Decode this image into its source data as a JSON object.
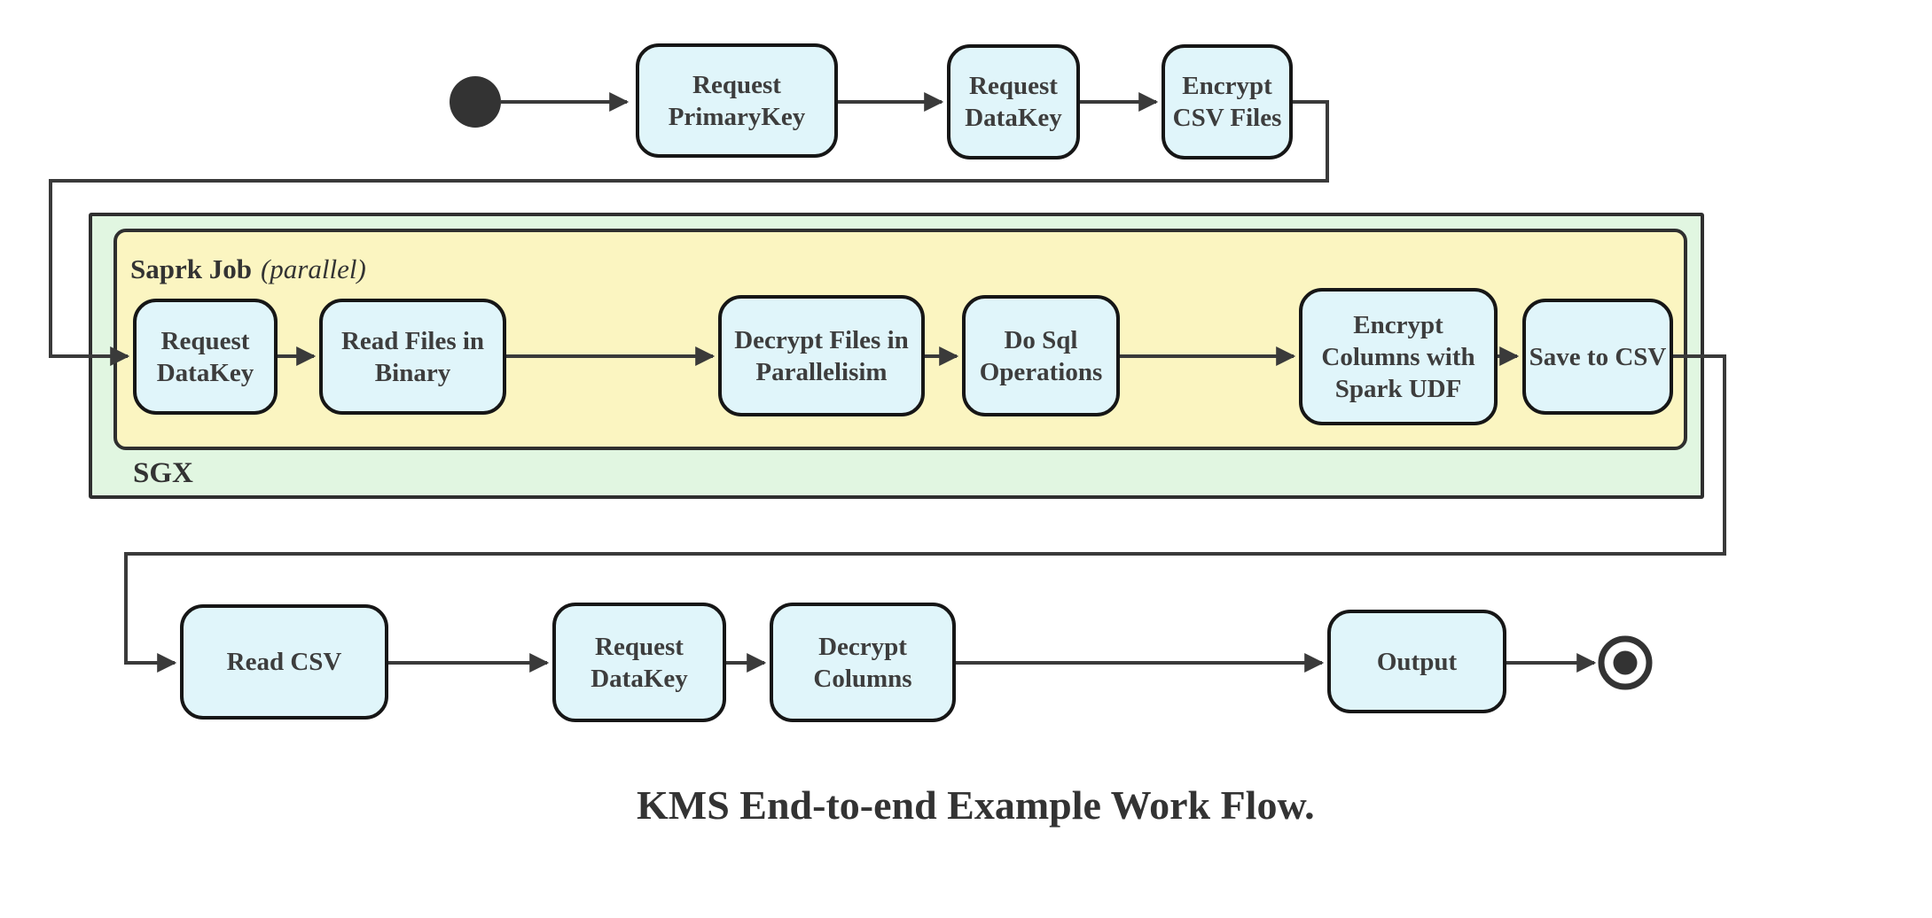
{
  "diagram_caption": "KMS End-to-end Example Work Flow.",
  "containers": {
    "sgx": {
      "label": "SGX"
    },
    "spark_job": {
      "label": "Saprk Job",
      "qualifier": "(parallel)"
    }
  },
  "nodes": {
    "request_primarykey": {
      "lines": [
        "Request",
        "PrimaryKey"
      ]
    },
    "request_datakey_top": {
      "lines": [
        "Request",
        "DataKey"
      ]
    },
    "encrypt_csv_files": {
      "lines": [
        "Encrypt",
        "CSV Files"
      ]
    },
    "request_datakey_spark": {
      "lines": [
        "Request",
        "DataKey"
      ]
    },
    "read_files_in_binary": {
      "lines": [
        "Read Files in",
        "Binary"
      ]
    },
    "decrypt_files_in_parallelisim": {
      "lines": [
        "Decrypt Files in",
        "Parallelisim"
      ]
    },
    "do_sql_operations": {
      "lines": [
        "Do Sql",
        "Operations"
      ]
    },
    "encrypt_columns_with_spark_udf": {
      "lines": [
        "Encrypt",
        "Columns with",
        "Spark UDF"
      ]
    },
    "save_to_csv": {
      "lines": [
        "Save to CSV"
      ]
    },
    "read_csv": {
      "lines": [
        "Read CSV"
      ]
    },
    "request_datakey_client": {
      "lines": [
        "Request DataKey"
      ]
    },
    "decrypt_columns": {
      "lines": [
        "Decrypt Columns"
      ]
    },
    "output": {
      "lines": [
        "Output"
      ]
    }
  },
  "colors": {
    "node_fill": "#e0f5fa",
    "node_border": "#161616",
    "sgx_container_fill": "#e1f6e1",
    "spark_container_fill": "#fbf5c1",
    "container_border": "#2f2f2f",
    "edge": "#3a3a3a",
    "node_text": "#3d3d3d",
    "label_text": "#333333"
  }
}
